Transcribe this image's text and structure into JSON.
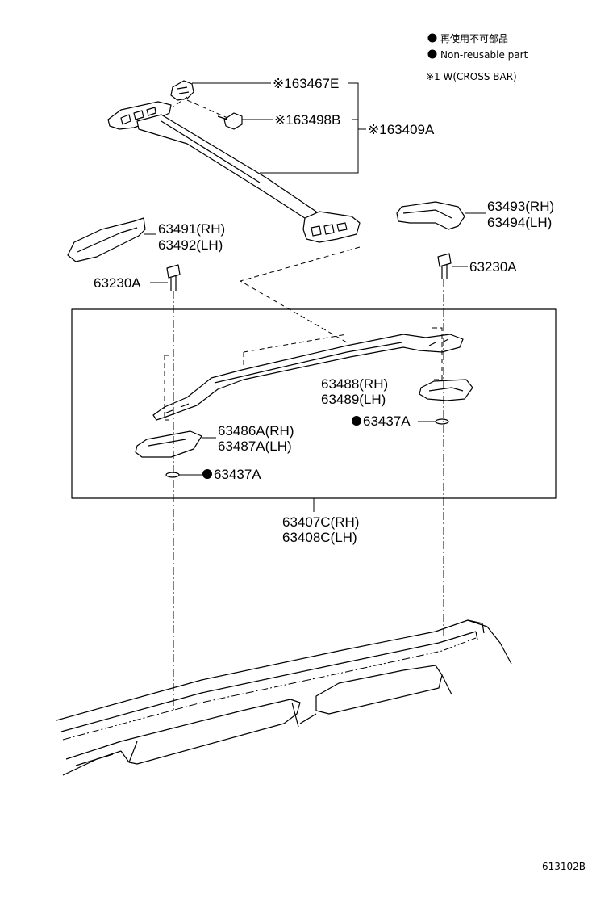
{
  "legend": {
    "bullet_jp": "再使用不可部品",
    "bullet_en": "Non-reusable part",
    "note": "※1  W(CROSS BAR)"
  },
  "labels": {
    "p63467E": "※163467E",
    "p63498B": "※163498B",
    "p63409A": "※163409A",
    "p63493": "63493(RH)",
    "p63494": "63494(LH)",
    "p63491": "63491(RH)",
    "p63492": "63492(LH)",
    "p63230A_right": "63230A",
    "p63230A_left": "63230A",
    "p63488": "63488(RH)",
    "p63489": "63489(LH)",
    "p63437A_right": "63437A",
    "p63486A": "63486A(RH)",
    "p63487A": "63487A(LH)",
    "p63437A_left": "63437A",
    "p63407C": "63407C(RH)",
    "p63408C": "63408C(LH)"
  },
  "figure_code": "613102B"
}
